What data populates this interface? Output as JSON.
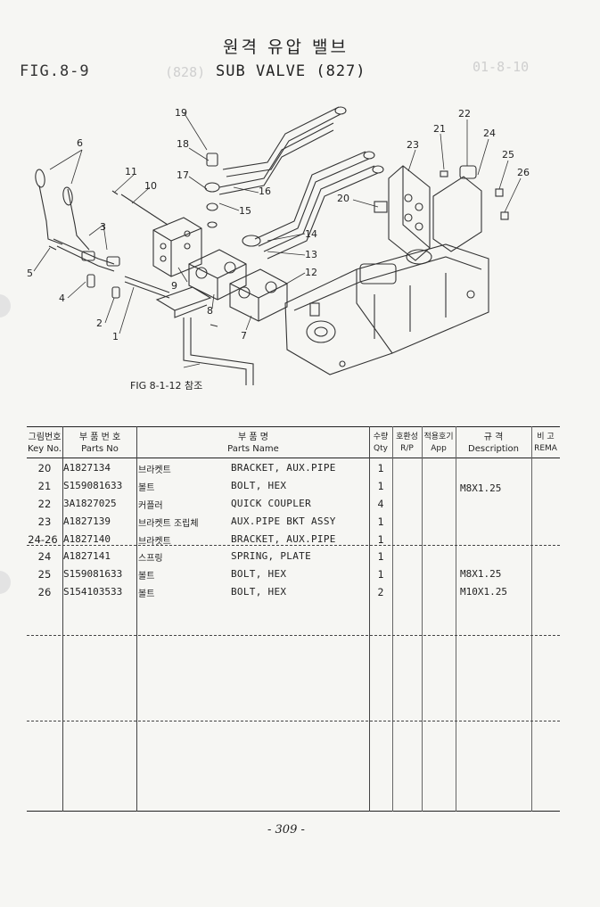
{
  "header": {
    "fig_label": "FIG.8-9",
    "title_kr": "원격 유압 밸브",
    "title_en": "SUB VALVE (827)"
  },
  "diagram": {
    "callouts": [
      "1",
      "2",
      "3",
      "4",
      "5",
      "6",
      "7",
      "8",
      "9",
      "10",
      "11",
      "12",
      "13",
      "14",
      "15",
      "16",
      "17",
      "18",
      "19",
      "20",
      "21",
      "22",
      "23",
      "24",
      "25",
      "26"
    ],
    "ref_note": "FIG 8-1-12 참조"
  },
  "table": {
    "headers": {
      "key_kr": "그림번호",
      "key_en": "Key No.",
      "part_kr": "부 품 번 호",
      "part_en": "Parts No",
      "name_kr": "부 품 명",
      "name_en": "Parts Name",
      "qty_kr": "수량",
      "qty_en": "Qty",
      "rp_kr": "호환성",
      "rp_en": "R/P",
      "app_kr": "적용호기",
      "app_en": "App",
      "desc_kr": "규 격",
      "desc_en": "Description",
      "rem_kr": "비 고",
      "rem_en": "REMA"
    },
    "rows": [
      {
        "key": "20",
        "part": "A1827134",
        "kr": "브라켓트",
        "name": "BRACKET, AUX.PIPE",
        "qty": "1",
        "desc": ""
      },
      {
        "key": "21",
        "part": "S159081633",
        "kr": "볼트",
        "name": "BOLT, HEX",
        "qty": "1",
        "desc": "M8X1.25"
      },
      {
        "key": "22",
        "part": "3A1827025",
        "kr": "커플러",
        "name": "QUICK COUPLER",
        "qty": "4",
        "desc": ""
      },
      {
        "key": "23",
        "part": "A1827139",
        "kr": "브라켓트 조립체",
        "name": "AUX.PIPE BKT ASSY",
        "qty": "1",
        "desc": ""
      },
      {
        "key": "24-26",
        "part": "A1827140",
        "kr": "브라켓트",
        "name": "BRACKET, AUX.PIPE",
        "qty": "1",
        "desc": ""
      },
      {
        "key": "24",
        "part": "A1827141",
        "kr": "스프링",
        "name": "SPRING, PLATE",
        "qty": "1",
        "desc": ""
      },
      {
        "key": "25",
        "part": "S159081633",
        "kr": "볼트",
        "name": "BOLT, HEX",
        "qty": "1",
        "desc": "M8X1.25"
      },
      {
        "key": "26",
        "part": "S154103533",
        "kr": "볼트",
        "name": "BOLT, HEX",
        "qty": "2",
        "desc": "M10X1.25"
      }
    ]
  },
  "footer": {
    "page_number": "- 309 -"
  }
}
